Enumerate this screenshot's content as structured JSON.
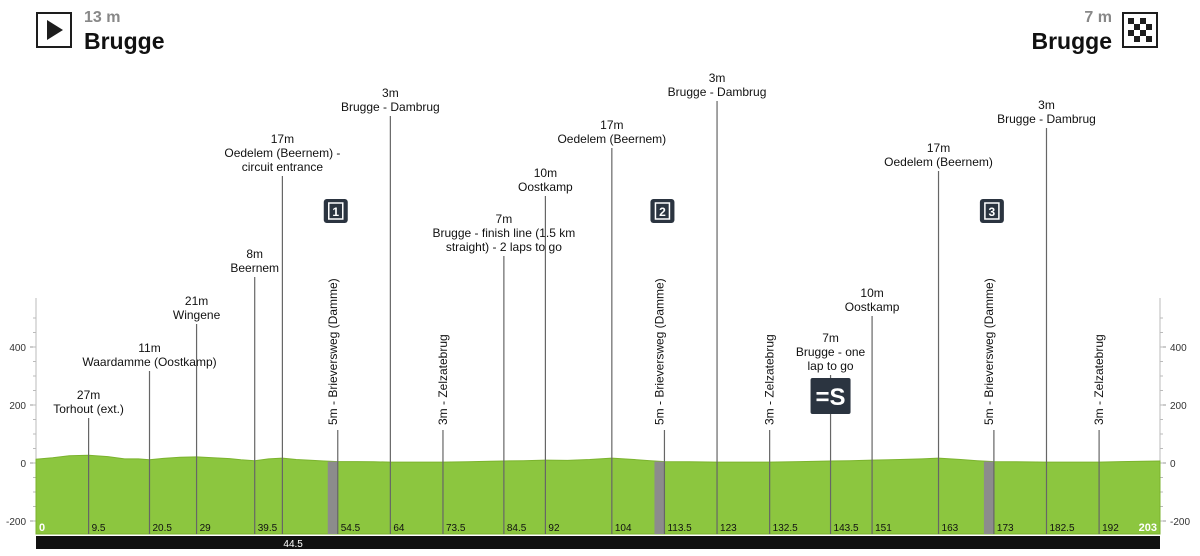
{
  "header": {
    "start": {
      "altitude": "13 m",
      "city": "Brugge",
      "icon": "play-icon"
    },
    "finish": {
      "altitude": "7 m",
      "city": "Brugge",
      "icon": "checkered-flag-icon"
    }
  },
  "colors": {
    "profile_fill": "#8cc63f",
    "marker_line": "#666666",
    "sprint_bar": "#8c8c8c",
    "badge": "#2b3440",
    "axis_bar": "#111111"
  },
  "chart_data": {
    "type": "area",
    "title": "",
    "xlabel": "",
    "ylabel": "",
    "xlim": [
      0,
      203
    ],
    "ylim": [
      -250,
      550
    ],
    "y_ticks": [
      -200,
      0,
      200,
      400
    ],
    "distance_marks": [
      "0",
      "9.5",
      "20.5",
      "29",
      "39.5",
      "44.5",
      "54.5",
      "64",
      "73.5",
      "84.5",
      "92",
      "104",
      "113.5",
      "123",
      "132.5",
      "143.5",
      "151",
      "163",
      "173",
      "182.5",
      "192",
      "203"
    ],
    "profile": [
      [
        0,
        13
      ],
      [
        3,
        18
      ],
      [
        6,
        25
      ],
      [
        9.5,
        27
      ],
      [
        13,
        22
      ],
      [
        16,
        14
      ],
      [
        18.5,
        14
      ],
      [
        20.5,
        11
      ],
      [
        23,
        16
      ],
      [
        26,
        20
      ],
      [
        29,
        21
      ],
      [
        32,
        18
      ],
      [
        35,
        15
      ],
      [
        37,
        11
      ],
      [
        39.5,
        8
      ],
      [
        42,
        14
      ],
      [
        44.5,
        17
      ],
      [
        47,
        12
      ],
      [
        50,
        9
      ],
      [
        52,
        7
      ],
      [
        54.5,
        5
      ],
      [
        58,
        5
      ],
      [
        61,
        4
      ],
      [
        64,
        3
      ],
      [
        68,
        3
      ],
      [
        71,
        3
      ],
      [
        73.5,
        3
      ],
      [
        78,
        4
      ],
      [
        82,
        6
      ],
      [
        84.5,
        7
      ],
      [
        88,
        8
      ],
      [
        92,
        10
      ],
      [
        96,
        9
      ],
      [
        100,
        12
      ],
      [
        104,
        17
      ],
      [
        108,
        12
      ],
      [
        111,
        8
      ],
      [
        113.5,
        5
      ],
      [
        118,
        4
      ],
      [
        123,
        3
      ],
      [
        128,
        3
      ],
      [
        132.5,
        3
      ],
      [
        138,
        5
      ],
      [
        143.5,
        7
      ],
      [
        147,
        8
      ],
      [
        151,
        10
      ],
      [
        156,
        12
      ],
      [
        160,
        14
      ],
      [
        163,
        17
      ],
      [
        167,
        12
      ],
      [
        170,
        8
      ],
      [
        173,
        5
      ],
      [
        177,
        4
      ],
      [
        182.5,
        3
      ],
      [
        187,
        3
      ],
      [
        192,
        3
      ],
      [
        196,
        5
      ],
      [
        200,
        6
      ],
      [
        203,
        7
      ]
    ],
    "sprints": [
      {
        "km": 54.5,
        "label": "5m - Brieversweg (Damme)",
        "badge": "1"
      },
      {
        "km": 113.5,
        "label": "5m - Brieversweg (Damme)",
        "badge": "2"
      },
      {
        "km": 173,
        "label": "5m - Brieversweg (Damme)",
        "badge": "3"
      }
    ],
    "waypoints": [
      {
        "km": 9.5,
        "lines": [
          "27m",
          "Torhout (ext.)"
        ]
      },
      {
        "km": 20.5,
        "lines": [
          "11m",
          "Waardamme (Oostkamp)"
        ]
      },
      {
        "km": 29,
        "lines": [
          "21m",
          "Wingene"
        ]
      },
      {
        "km": 39.5,
        "lines": [
          "8m",
          "Beernem"
        ]
      },
      {
        "km": 44.5,
        "lines": [
          "17m",
          "Oedelem (Beernem) -",
          "circuit entrance"
        ]
      },
      {
        "km": 64,
        "lines": [
          "3m",
          "Brugge - Dambrug"
        ]
      },
      {
        "km": 84.5,
        "lines": [
          "7m",
          "Brugge - finish line (1.5 km",
          "straight) - 2 laps to go"
        ]
      },
      {
        "km": 92,
        "lines": [
          "10m",
          "Oostkamp"
        ]
      },
      {
        "km": 104,
        "lines": [
          "17m",
          "Oedelem (Beernem)"
        ]
      },
      {
        "km": 123,
        "lines": [
          "3m",
          "Brugge - Dambrug"
        ]
      },
      {
        "km": 143.5,
        "lines": [
          "7m",
          "Brugge - one",
          "lap to go"
        ]
      },
      {
        "km": 151,
        "lines": [
          "10m",
          "Oostkamp"
        ]
      },
      {
        "km": 163,
        "lines": [
          "17m",
          "Oedelem (Beernem)"
        ]
      },
      {
        "km": 182.5,
        "lines": [
          "3m",
          "Brugge - Dambrug"
        ]
      }
    ],
    "vertical_labels": [
      {
        "km": 73.5,
        "label": "3m - Zelzatebrug"
      },
      {
        "km": 132.5,
        "label": "3m - Zelzatebrug"
      },
      {
        "km": 192,
        "label": "3m - Zelzatebrug"
      }
    ],
    "intermediate_sprint": {
      "km": 143.5,
      "label": "=S"
    }
  }
}
